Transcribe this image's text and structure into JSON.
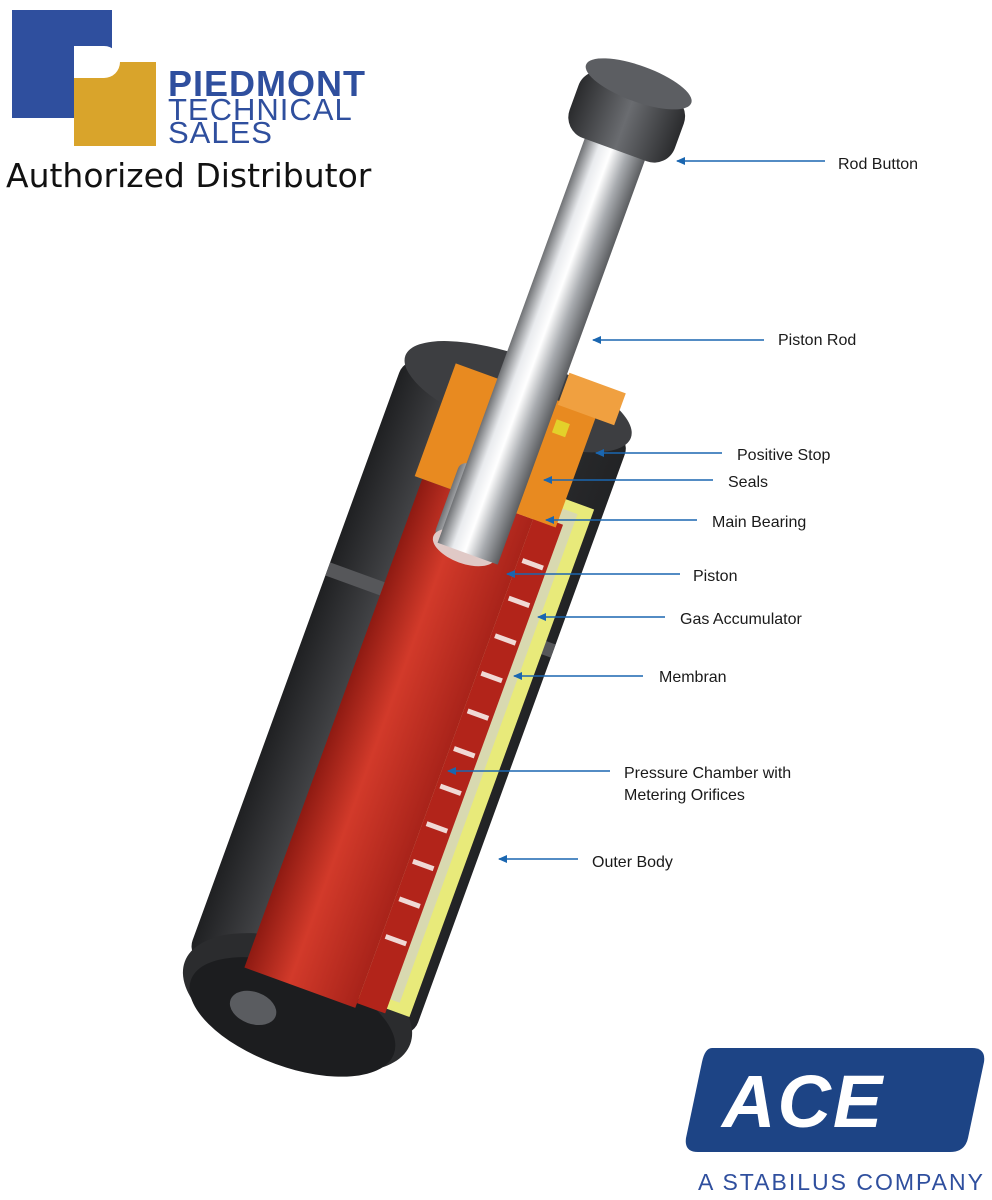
{
  "distributor": {
    "logo_name": "PIEDMONT",
    "logo_line2": "TECHNICAL",
    "logo_line3": "SALES",
    "caption": "Authorized Distributor"
  },
  "brand": {
    "logo_text": "ACE",
    "tagline": "A STABILUS COMPANY",
    "color": "#1d4485"
  },
  "callouts": [
    {
      "id": "rod-button",
      "label": "Rod Button"
    },
    {
      "id": "piston-rod",
      "label": "Piston Rod"
    },
    {
      "id": "positive-stop",
      "label": "Positive Stop"
    },
    {
      "id": "seals",
      "label": "Seals"
    },
    {
      "id": "main-bearing",
      "label": "Main Bearing"
    },
    {
      "id": "piston",
      "label": "Piston"
    },
    {
      "id": "gas-accumulator",
      "label": "Gas Accumulator"
    },
    {
      "id": "membran",
      "label": "Membran"
    },
    {
      "id": "pressure-chamber",
      "label": "Pressure Chamber with",
      "label2": "Metering Orifices"
    },
    {
      "id": "outer-body",
      "label": "Outer Body"
    }
  ],
  "colors": {
    "arrow": "#1a66b0",
    "body": "#3a3b3d",
    "chamber": "#c22a1e",
    "accumulator": "#e8ea7a",
    "bearing": "#e88a20"
  }
}
